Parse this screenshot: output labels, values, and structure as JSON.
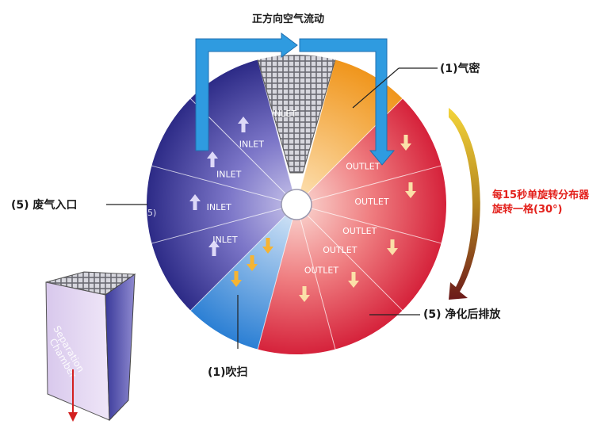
{
  "diagram": {
    "top_label": "正方向空气流动",
    "callout_airtight": "(1)气密",
    "callout_waste_inlet": "(5) 废气入口",
    "callout_purge": "(1)吹扫",
    "callout_clean_exhaust": "(5) 净化后排放",
    "rotation_note_line1": "每15秒单旋转分布器",
    "rotation_note_line2": "旋转一格(30°)",
    "sector_inlet": "INLET",
    "sector_outlet": "OUTLET",
    "chamber_label_line1": "Separation",
    "chamber_label_line2": "Chamber",
    "edge_mark_5": "5)"
  },
  "colors": {
    "inlet_dark": "#2e2f8c",
    "inlet_light": "#b7b3e0",
    "outlet_dark": "#d8283a",
    "outlet_light": "#f6c4c0",
    "airtight": "#f29a1a",
    "purge": "#2f86d8",
    "flow_arrow": "#2f9be0",
    "down_arrow": "#f5b433",
    "red_text": "#e3201b"
  }
}
